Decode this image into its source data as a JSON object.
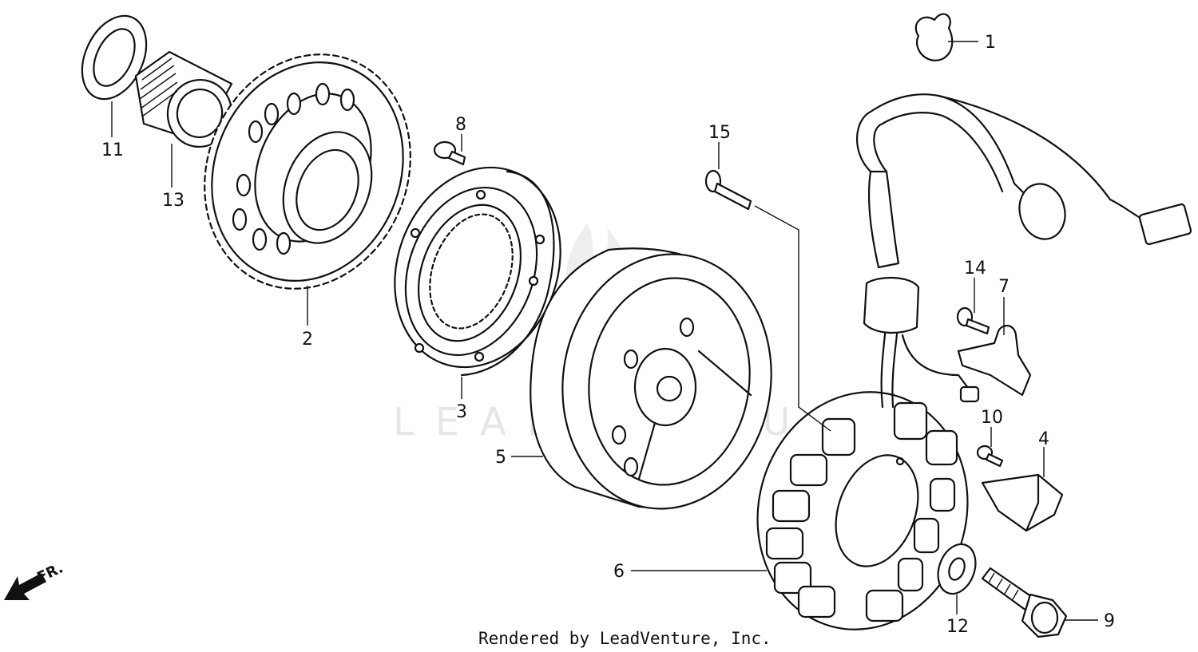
{
  "watermark": {
    "text": "LEADVENTURE"
  },
  "caption": "Rendered by LeadVenture, Inc.",
  "direction_indicator": "FR.",
  "callouts": [
    {
      "id": "1",
      "part": "clamp-clip"
    },
    {
      "id": "2",
      "part": "starter-driven-gear"
    },
    {
      "id": "3",
      "part": "starter-clutch"
    },
    {
      "id": "4",
      "part": "pulse-generator"
    },
    {
      "id": "5",
      "part": "flywheel"
    },
    {
      "id": "6",
      "part": "stator"
    },
    {
      "id": "7",
      "part": "wire-clamp-stay"
    },
    {
      "id": "8",
      "part": "starter-clutch-bolt"
    },
    {
      "id": "9",
      "part": "flywheel-bolt"
    },
    {
      "id": "10",
      "part": "pulse-generator-bolt"
    },
    {
      "id": "11",
      "part": "thrust-washer"
    },
    {
      "id": "12",
      "part": "washer"
    },
    {
      "id": "13",
      "part": "needle-bearing"
    },
    {
      "id": "14",
      "part": "stay-bolt"
    },
    {
      "id": "15",
      "part": "stator-bolt"
    }
  ]
}
